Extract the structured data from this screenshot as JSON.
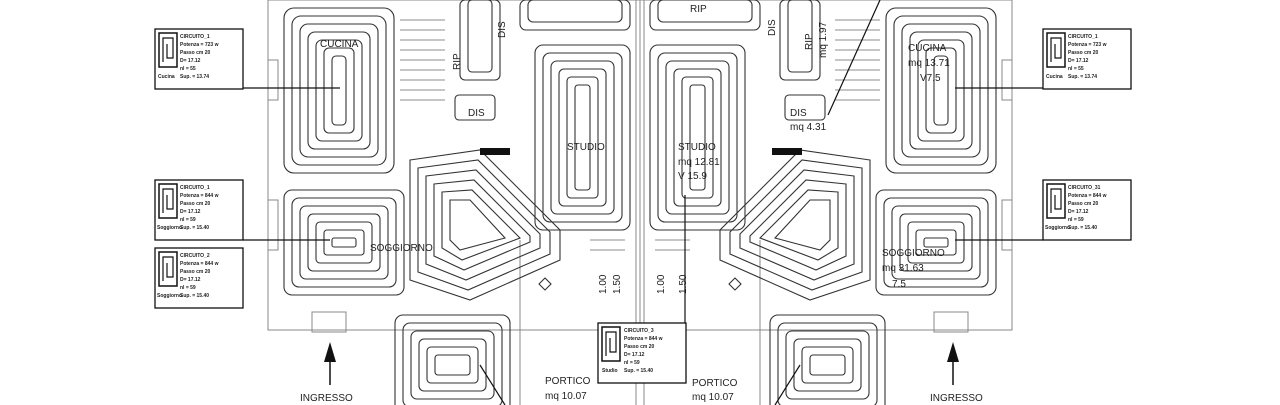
{
  "rooms": {
    "cucina_left": "CUCINA",
    "cucina_right": "CUCINA",
    "cucina_right_area": "mq 13.71",
    "cucina_right_vol": "V7.5",
    "rip_left": "RIP",
    "dis_left": "DIS",
    "dis_left2": "DIS",
    "rip_right": "RIP",
    "rip_right_area": "mq 1.97",
    "dis_right": "DIS",
    "dis_right_area": "mq 4.31",
    "studio_left": "STUDIO",
    "studio_right": "STUDIO",
    "studio_right_area": "mq 12.81",
    "studio_right_vol": "V 15.9",
    "soggiorno_left": "SOGGIORNO",
    "soggiorno_right": "SOGGIORNO",
    "soggiorno_right_area": "mq 31.63",
    "soggiorno_right_vol": "7.5",
    "portico_left": "PORTICO",
    "portico_left_area": "mq 10.07",
    "portico_right": "PORTICO",
    "portico_right_area": "mq 10.07",
    "ingresso_left": "INGRESSO",
    "ingresso_right": "INGRESSO",
    "dim_a": "1.00",
    "dim_b": "1.50",
    "dim_c": "1.00",
    "dim_d": "1.50",
    "top_left_tag": "RIP",
    "top_center_tag": "RIP"
  },
  "circuits": {
    "top_left": {
      "id": "CIRCUITO_1",
      "potenza": "Potenza = 723 w",
      "passo": "Passo cm 20",
      "dt": "D= 17.12",
      "l": "nl = 55",
      "sup": "Sup. = 13.74",
      "room": "Cucina"
    },
    "mid_left": {
      "id": "CIRCUITO_1",
      "potenza": "Potenza = 844 w",
      "passo": "Passo cm 20",
      "dt": "D= 17.12",
      "l": "nl = 59",
      "sup": "Sup. = 15.40",
      "room": "Soggiorno"
    },
    "low_left": {
      "id": "CIRCUITO_2",
      "potenza": "Potenza = 844 w",
      "passo": "Passo cm 20",
      "dt": "D= 17.12",
      "l": "nl = 59",
      "sup": "Sup. = 15.40",
      "room": "Soggiorno"
    },
    "center": {
      "id": "CIRCUITO_3",
      "potenza": "Potenza = 844 w",
      "passo": "Passo cm 20",
      "dt": "D= 17.12",
      "l": "nl = 59",
      "sup": "Sup. = 15.40",
      "room": "Studio"
    },
    "top_right": {
      "id": "CIRCUITO_1",
      "potenza": "Potenza = 723 w",
      "passo": "Passo cm 20",
      "dt": "D= 17.12",
      "l": "nl = 55",
      "sup": "Sup. = 13.74",
      "room": "Cucina"
    },
    "mid_right": {
      "id": "CIRCUITO_31",
      "potenza": "Potenza = 844 w",
      "passo": "Passo cm 20",
      "dt": "D= 17.12",
      "l": "nl = 59",
      "sup": "Sup. = 15.40",
      "room": "Soggiorno"
    }
  }
}
